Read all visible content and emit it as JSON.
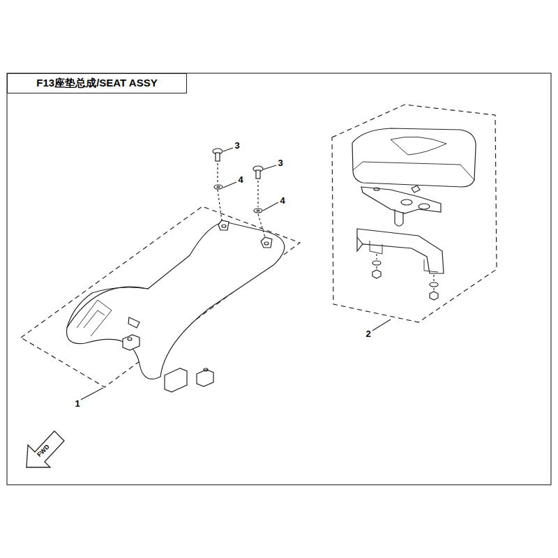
{
  "diagram": {
    "title": "F13座垫总成/SEAT ASSY",
    "labels": [
      "3",
      "3",
      "4",
      "4",
      "1",
      "2",
      "FWD"
    ]
  }
}
